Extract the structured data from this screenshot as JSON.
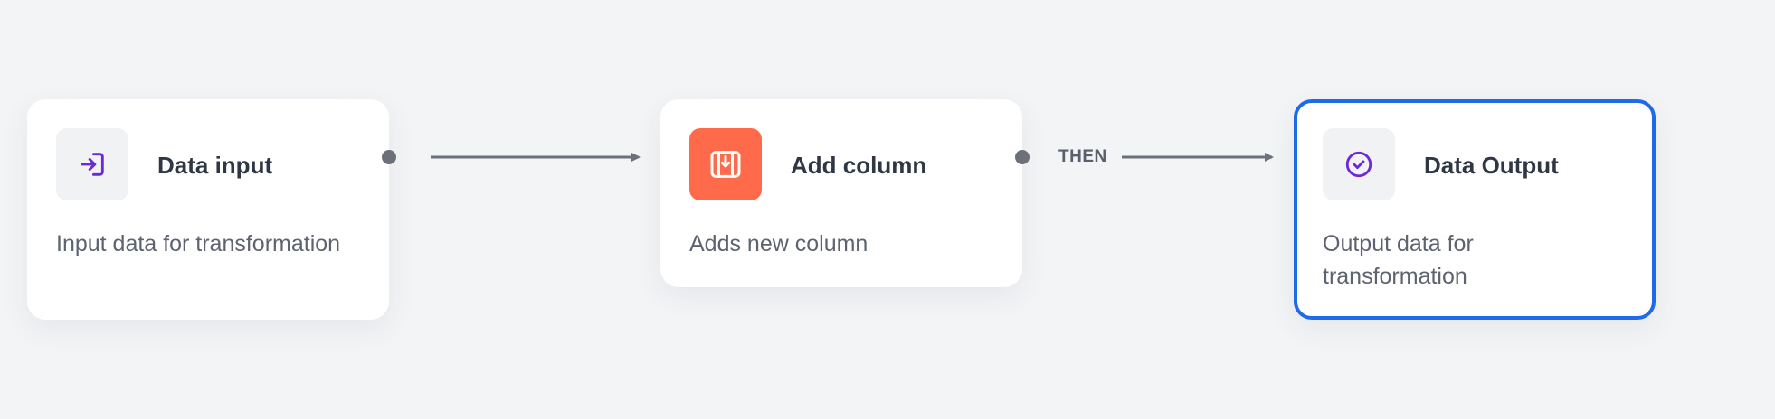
{
  "nodes": [
    {
      "title": "Data input",
      "description": "Input data for transformation",
      "icon": "enter-arrow-icon"
    },
    {
      "title": "Add column",
      "description": "Adds new column",
      "icon": "add-column-icon"
    },
    {
      "title": "Data Output",
      "description": "Output data for transformation",
      "icon": "check-circle-icon"
    }
  ],
  "edges": [
    {
      "from": "Data input",
      "to": "Add column",
      "label": ""
    },
    {
      "from": "Add column",
      "to": "Data Output",
      "label": "THEN"
    }
  ],
  "colors": {
    "background": "#f3f4f6",
    "icon_purple": "#6d28d9",
    "accent_orange": "#ff6b4a",
    "selected_border": "#1f6ae8",
    "connector": "#6b7079"
  }
}
